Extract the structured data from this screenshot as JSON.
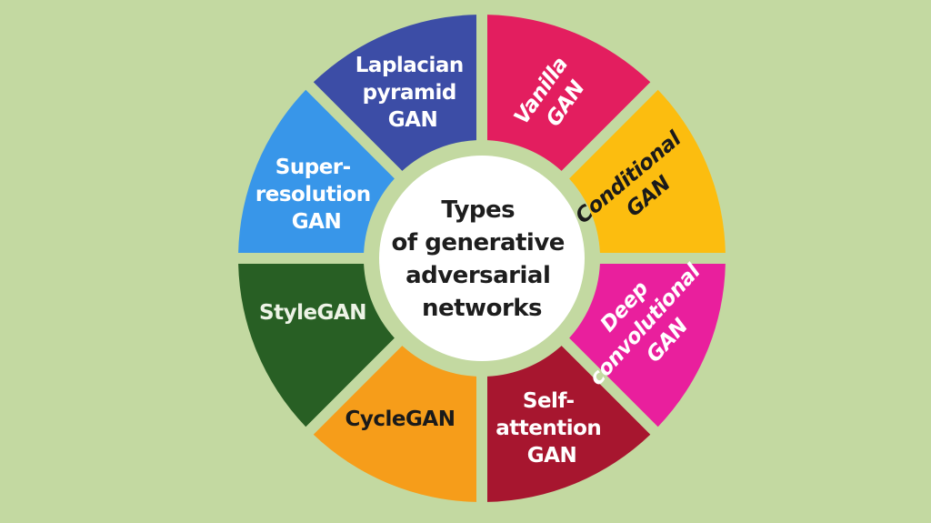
{
  "diagram": {
    "name": "Types of generative adversarial networks",
    "background_color": "#c3d9a1",
    "center_circle_color": "#ffffff",
    "title_color": "#1d1d1d",
    "title_lines": [
      "Types",
      "of generative",
      "adversarial",
      "networks"
    ],
    "segments": [
      {
        "id": "laplacian-pyramid-gan",
        "label": "Laplacian pyramid GAN",
        "lines": [
          "Laplacian",
          "pyramid",
          "GAN"
        ],
        "color": "#3c4da6",
        "text_color": "#ffffff",
        "position": "top-left"
      },
      {
        "id": "vanilla-gan",
        "label": "Vanilla GAN",
        "lines": [
          "Vanilla",
          "GAN"
        ],
        "color": "#e31e5f",
        "text_color": "#ffffff",
        "position": "top-right"
      },
      {
        "id": "conditional-gan",
        "label": "Conditional GAN",
        "lines": [
          "Conditional",
          "GAN"
        ],
        "color": "#fcbd0f",
        "text_color": "#1a1a1a",
        "position": "right-top"
      },
      {
        "id": "deep-convolutional-gan",
        "label": "Deep convolutional GAN",
        "lines": [
          "Deep",
          "convolutional",
          "GAN"
        ],
        "color": "#e91f9d",
        "text_color": "#ffffff",
        "position": "right-bottom"
      },
      {
        "id": "self-attention-gan",
        "label": "Self-attention GAN",
        "lines": [
          "Self-",
          "attention",
          "GAN"
        ],
        "color": "#a7162f",
        "text_color": "#ffffff",
        "position": "bottom-right"
      },
      {
        "id": "cyclegan",
        "label": "CycleGAN",
        "lines": [
          "CycleGAN"
        ],
        "color": "#f69d1a",
        "text_color": "#1a1a1a",
        "position": "bottom-left"
      },
      {
        "id": "stylegan",
        "label": "StyleGAN",
        "lines": [
          "StyleGAN"
        ],
        "color": "#285f24",
        "text_color": "#edf3e6",
        "position": "left-bottom"
      },
      {
        "id": "super-resolution-gan",
        "label": "Super-resolution GAN",
        "lines": [
          "Super-",
          "resolution",
          "GAN"
        ],
        "color": "#3896e9",
        "text_color": "#ffffff",
        "position": "left-top"
      }
    ]
  }
}
